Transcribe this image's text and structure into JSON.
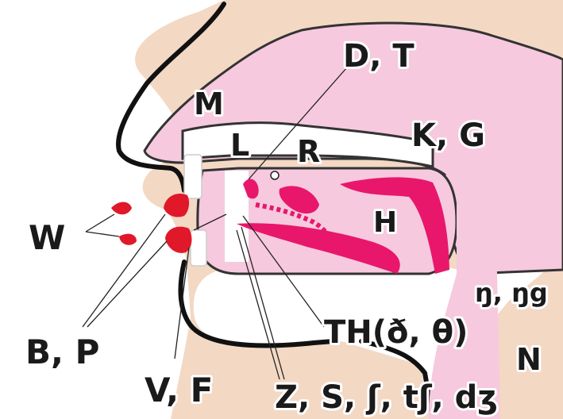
{
  "labels": {
    "m": "M",
    "dt": "D, T",
    "l": "L",
    "r": "R",
    "kg": "K, G",
    "h": "H",
    "w": "W",
    "ng": "ŋ, ŋg",
    "th": "TH(ð, θ)",
    "bp": "B, P",
    "n": "N",
    "vf": "V, F",
    "zs": "Z, S, ʃ, tʃ, dʒ"
  },
  "colors": {
    "skin": "#f3d8c4",
    "mouth": "#f6c9de",
    "outline": "#111111",
    "articulator": "#e8176b",
    "lips": "#e0182a",
    "teeth": "#ffffff"
  }
}
